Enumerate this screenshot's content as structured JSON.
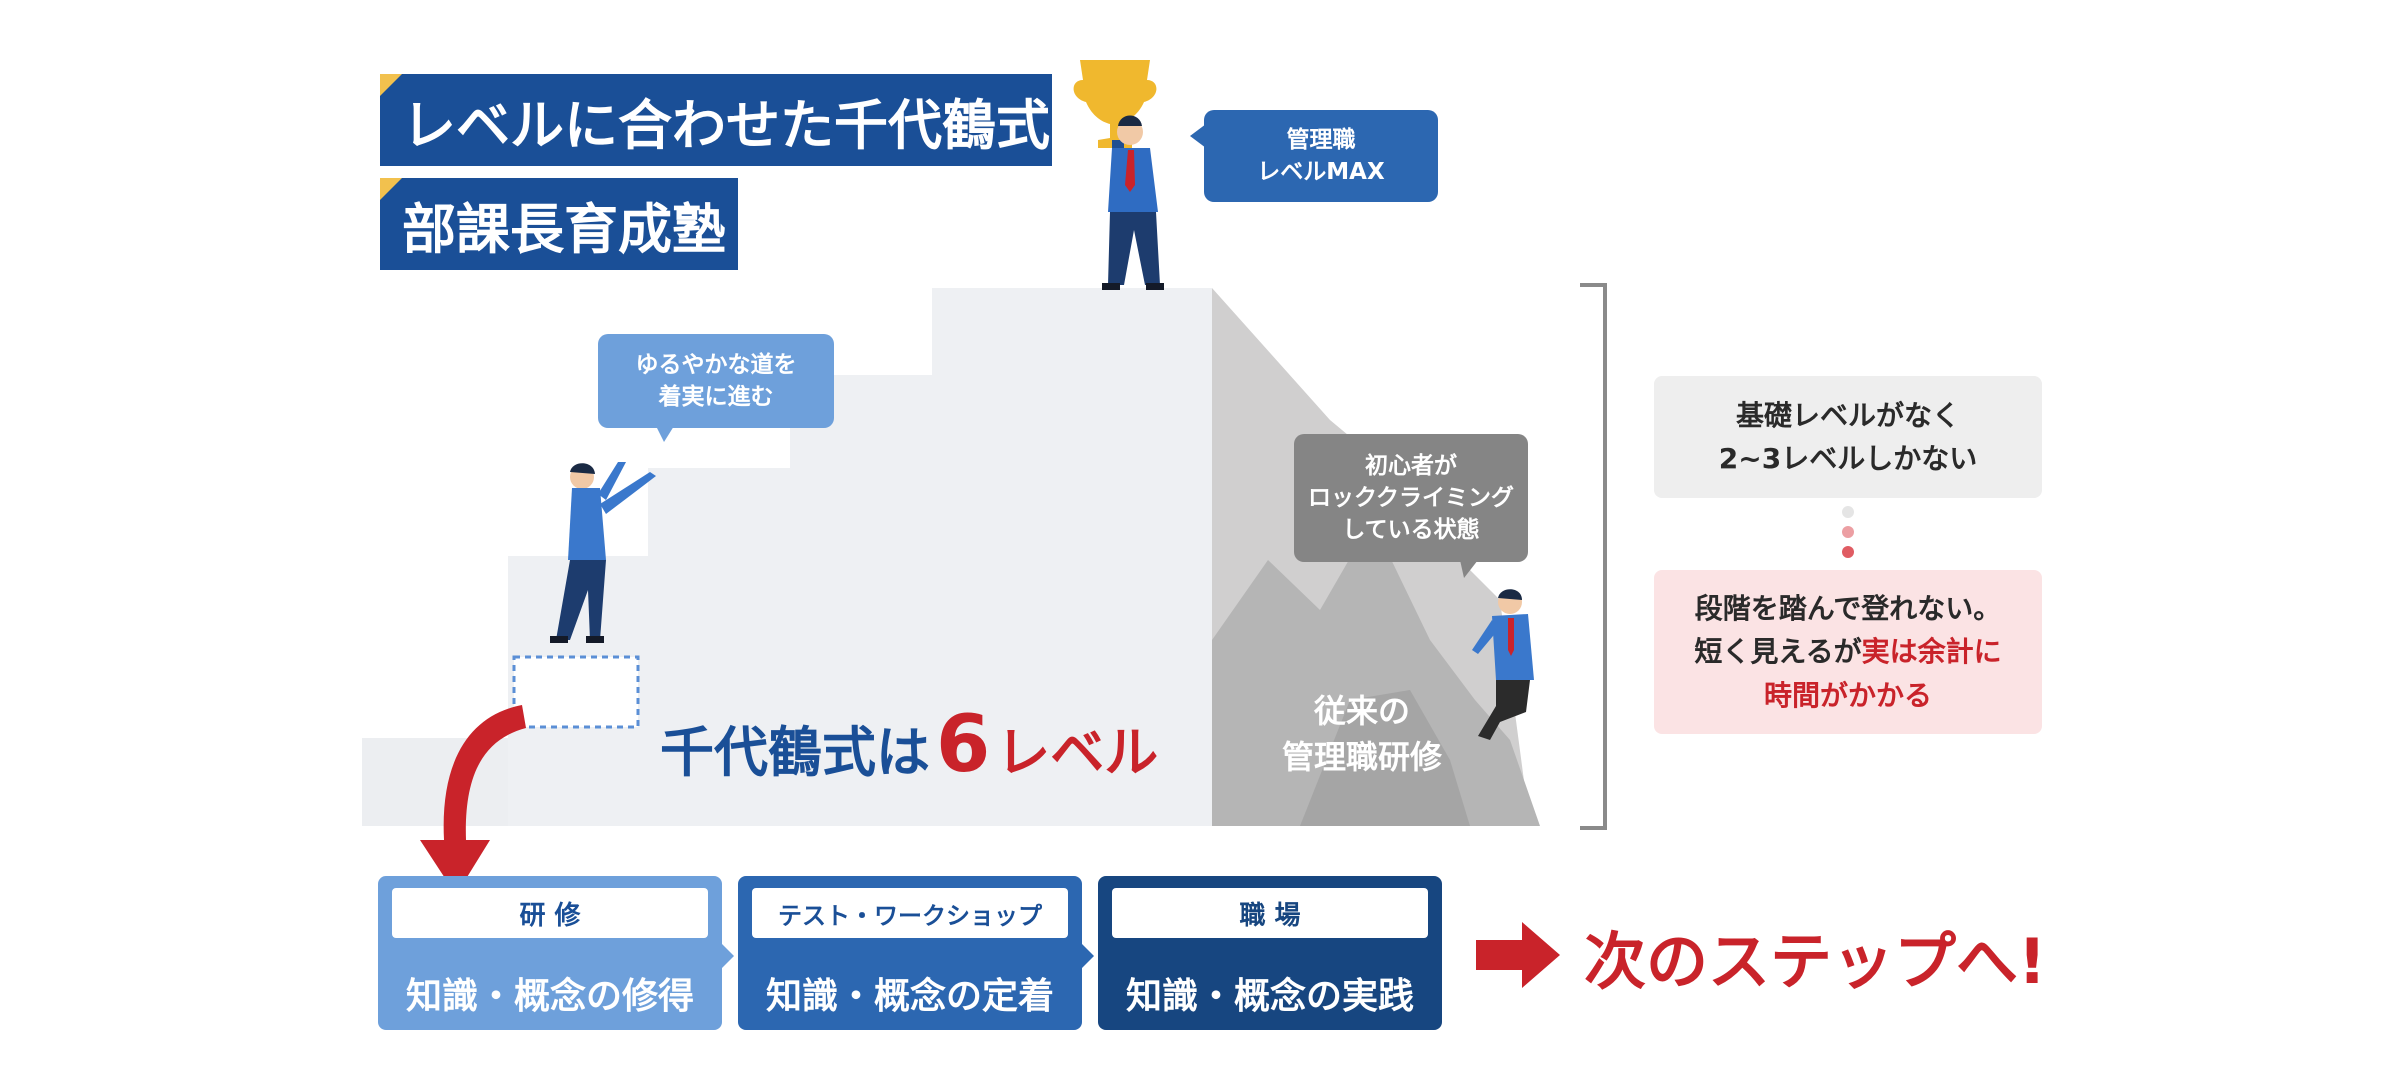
{
  "title": {
    "line1": "レベルに合わせた千代鶴式",
    "line2": "部課長育成塾"
  },
  "colors": {
    "navy": "#1a4f97",
    "brand_blue": "#2c67b1",
    "light_blue": "#6ea0db",
    "dark_navy": "#174680",
    "accent_red": "#c9232a",
    "gold": "#f2c14e",
    "stair": "#eef0f3",
    "mountain": "#b8b8b8"
  },
  "bubbles": {
    "manager_line1": "管理職",
    "manager_line2": "レベルMAX",
    "gentle_line1": "ゆるやかな道を",
    "gentle_line2": "着実に進む",
    "beginner_line1": "初心者が",
    "beginner_line2": "ロッククライミング",
    "beginner_line3": "している状態"
  },
  "stairs": {
    "label_prefix": "千代鶴式は",
    "label_number": "6",
    "label_suffix": "レベル"
  },
  "mountain": {
    "label_line1": "従来の",
    "label_line2": "管理職研修"
  },
  "notes": {
    "top_line1": "基礎レベルがなく",
    "top_line2": "2~3レベルしかない",
    "bottom_line1": "段階を踏んで登れない。",
    "bottom_line2_plain": "短く見えるが",
    "bottom_line2_red": "実は余計に",
    "bottom_line3_red": "時間がかかる"
  },
  "process": [
    {
      "tag": "研 修",
      "main": "知識・概念の修得"
    },
    {
      "tag": "テスト・ワークショップ",
      "main": "知識・概念の定着"
    },
    {
      "tag": "職 場",
      "main": "知識・概念の実践"
    }
  ],
  "next_step": "次のステップへ!",
  "icons": [
    "trophy-icon",
    "arrow-right-icon",
    "curved-arrow-icon"
  ]
}
